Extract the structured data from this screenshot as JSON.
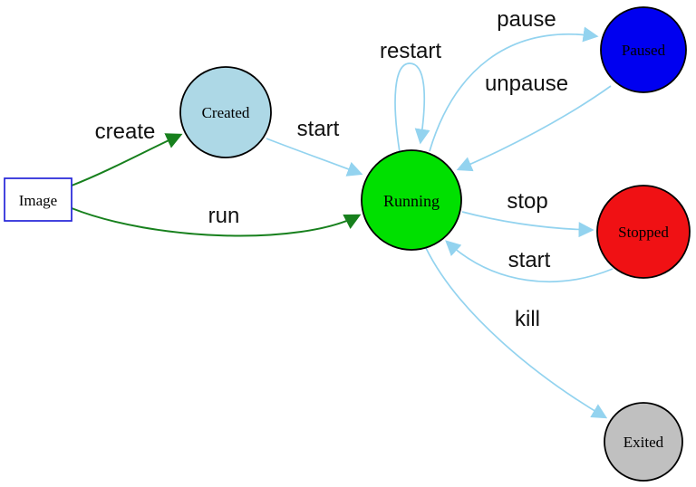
{
  "nodes": {
    "image": {
      "label": "Image",
      "fill": "#ffffff",
      "stroke": "#2424d8"
    },
    "created": {
      "label": "Created",
      "fill": "#add8e6",
      "stroke": "#000000"
    },
    "running": {
      "label": "Running",
      "fill": "#00e000",
      "stroke": "#000000"
    },
    "paused": {
      "label": "Paused",
      "fill": "#0000f0",
      "stroke": "#000000"
    },
    "stopped": {
      "label": "Stopped",
      "fill": "#f01114",
      "stroke": "#000000"
    },
    "exited": {
      "label": "Exited",
      "fill": "#c0c0c0",
      "stroke": "#000000"
    }
  },
  "edges": {
    "create": {
      "label": "create",
      "from": "image",
      "to": "created",
      "color": "#17801d"
    },
    "run": {
      "label": "run",
      "from": "image",
      "to": "running",
      "color": "#17801d"
    },
    "start_from_created": {
      "label": "start",
      "from": "created",
      "to": "running",
      "color": "#93d3ef"
    },
    "restart": {
      "label": "restart",
      "from": "running",
      "to": "running",
      "color": "#93d3ef"
    },
    "pause": {
      "label": "pause",
      "from": "running",
      "to": "paused",
      "color": "#93d3ef"
    },
    "unpause": {
      "label": "unpause",
      "from": "paused",
      "to": "running",
      "color": "#93d3ef"
    },
    "stop": {
      "label": "stop",
      "from": "running",
      "to": "stopped",
      "color": "#93d3ef"
    },
    "start_from_stopped": {
      "label": "start",
      "from": "stopped",
      "to": "running",
      "color": "#93d3ef"
    },
    "kill": {
      "label": "kill",
      "from": "running",
      "to": "exited",
      "color": "#93d3ef"
    }
  },
  "arrows": {
    "green": "#17801d",
    "blue": "#93d3ef"
  }
}
